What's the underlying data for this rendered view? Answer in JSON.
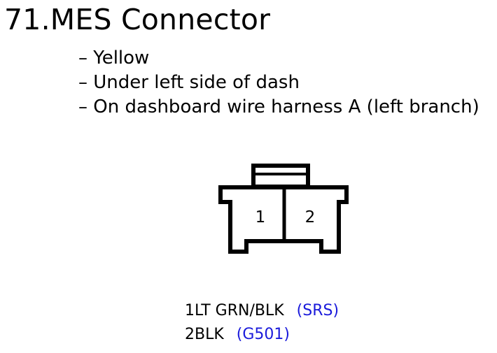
{
  "title": "71.MES Connector",
  "notes": [
    "– Yellow",
    "– Under left side of dash",
    "– On dashboard wire harness A (left branch)"
  ],
  "connector": {
    "cavities": [
      "1",
      "2"
    ]
  },
  "pins": [
    {
      "number": "1",
      "wire": "LT GRN/BLK",
      "ref": "(SRS)"
    },
    {
      "number": "2",
      "wire": "BLK",
      "ref": "(G501)"
    }
  ],
  "colors": {
    "text": "#000000",
    "reference": "#1a1adb",
    "outline": "#000000"
  }
}
